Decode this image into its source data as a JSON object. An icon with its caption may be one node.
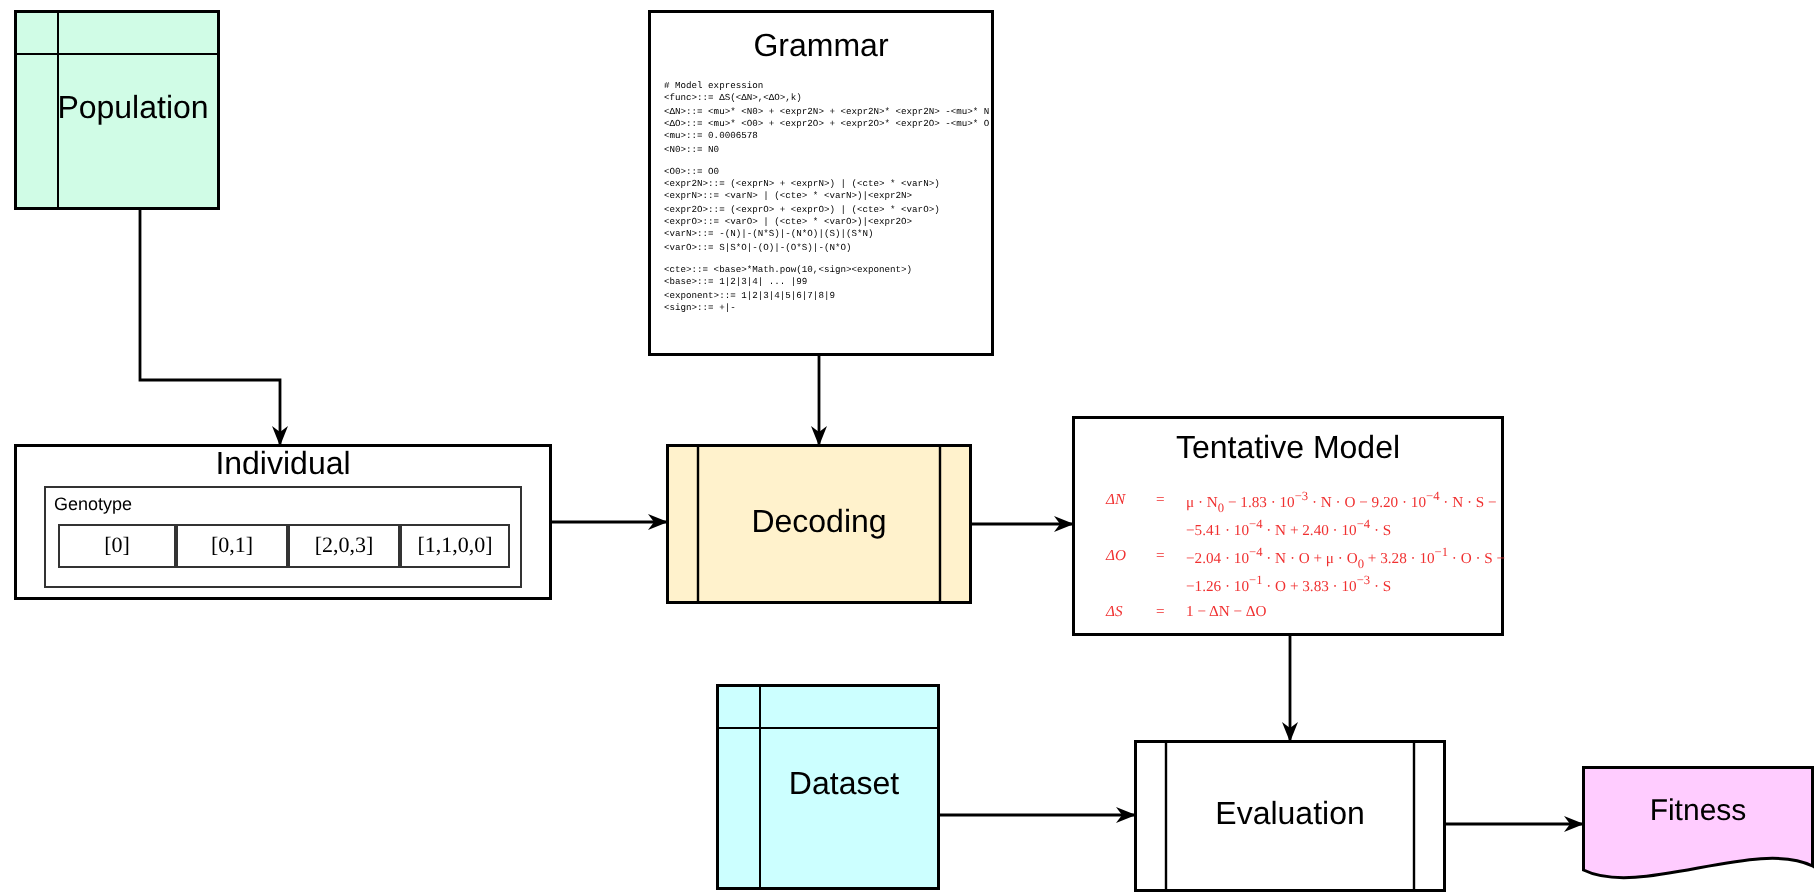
{
  "diagram": {
    "nodes": [
      {
        "text": [
          "Population"
        ]
      },
      {
        "text": [
          "Individual"
        ]
      },
      {
        "text": [
          "Genotype"
        ],
        "in": 1
      },
      {
        "text": [
          "[0]"
        ],
        "in": 2
      },
      {
        "text": [
          "[0,1]"
        ],
        "in": 2
      },
      {
        "text": [
          "[2,0,3]"
        ],
        "in": 2
      },
      {
        "text": [
          "[1,1,0,0]"
        ],
        "in": 2
      },
      {
        "text": [
          "Grammar",
          "# Model expression",
          "<func>::= ΔS(<ΔN>,<ΔO>,k)",
          "<ΔN>::= <mu>* <N0> + <expr2N> + <expr2N>* <expr2N> -<mu>* N",
          "<ΔO>::= <mu>* <O0> + <expr2O> + <expr2O>* <expr2O> -<mu>* O",
          "<mu>::= 0.0006578",
          "<N0>::= N0",
          "<O0>::= O0",
          "<expr2N>::= (<exprN> + <exprN>) | (<cte> * <varN>)",
          "<exprN>::= <varN> | (<cte> * <varN>)|<expr2N>",
          "<expr2O>::= (<exprO> + <exprO>) | (<cte> * <varO>)",
          "<exprO>::= <varO> | (<cte> * <varO>)|<expr2O>",
          "<varN>::= -(N)|-(N*S)|-(N*O)|(S)|(S*N)",
          "<varO>::= S|S*O|-(O)|-(O*S)|-(N*O)",
          "<cte>::= <base>*Math.pow(10,<sign><exponent>)",
          "<base>::= 1|2|3|4| ... |99",
          "<exponent>::= 1|2|3|4|5|6|7|8|9",
          "<sign>::= +|-"
        ]
      },
      {
        "text": [
          "Decoding"
        ]
      },
      {
        "text": [
          "Tentative Model",
          "ΔN",
          "=",
          "μ · N$_{0}$ − 1.83 · 10$^{−3}$ · N · O − 9.20 · 10$^{−4}$ · N · S −",
          "−5.41 · 10$^{−4}$ · N + 2.40 · 10$^{−4}$ · S",
          "ΔO",
          "=",
          "−2.04 · 10$^{−4}$ · N · O + μ · O$_{0}$ + 3.28 · 10$^{−1}$ · O · S −",
          "−1.26 · 10$^{−1}$ · O + 3.83 · 10$^{−3}$ · S",
          "ΔS",
          "=",
          "1 − ΔN − ΔO"
        ]
      },
      {
        "text": [
          "Dataset"
        ]
      },
      {
        "text": [
          "Evaluation"
        ]
      },
      {
        "text": [
          "Fitness"
        ]
      }
    ],
    "edges": [
      {
        "from": 0,
        "to": 1,
        "arrow": "to"
      },
      {
        "from": 1,
        "to": 8,
        "arrow": "to"
      },
      {
        "from": 7,
        "to": 8,
        "arrow": "to"
      },
      {
        "from": 8,
        "to": 9,
        "arrow": "to"
      },
      {
        "from": 9,
        "to": 11,
        "arrow": "to"
      },
      {
        "from": 10,
        "to": 11,
        "arrow": "to"
      },
      {
        "from": 11,
        "to": 12,
        "arrow": "to"
      }
    ]
  }
}
